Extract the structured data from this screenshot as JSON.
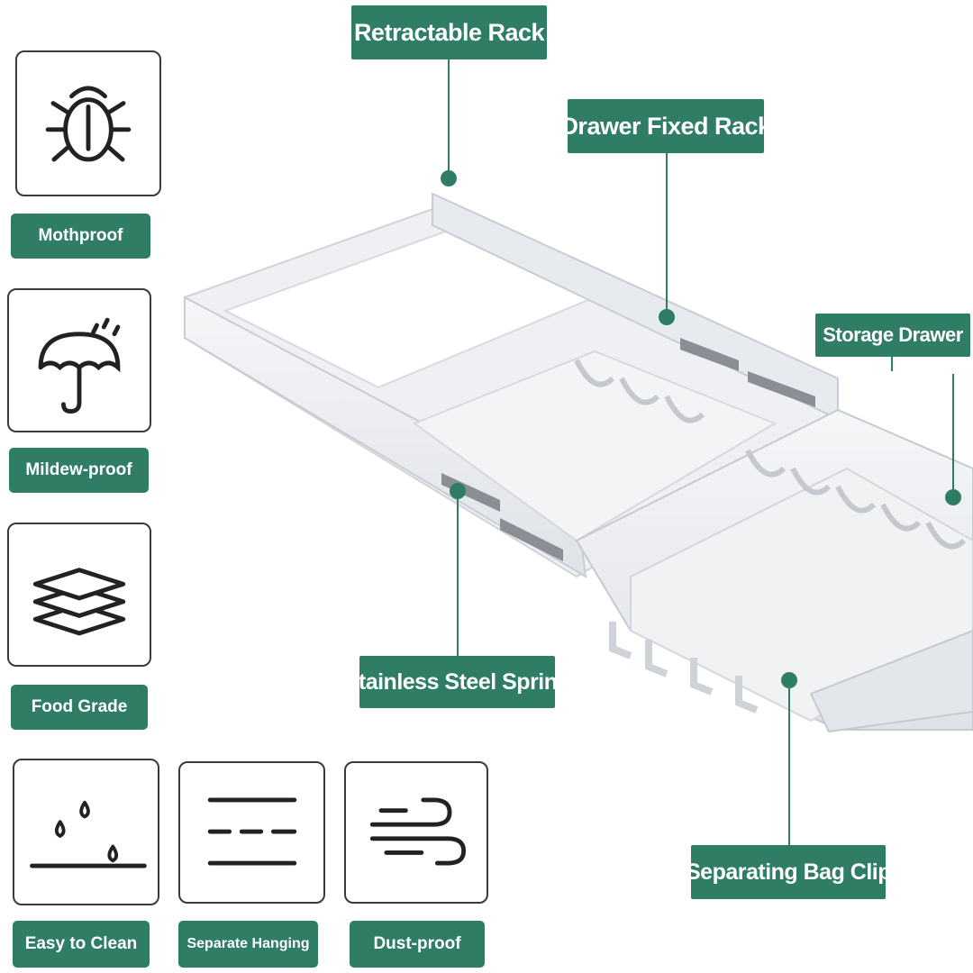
{
  "theme": {
    "accent": "#2f7d65",
    "icon_stroke": "#222222",
    "box_border": "#3a3a3a"
  },
  "features": [
    {
      "label": "Mothproof",
      "icon": "bug-icon"
    },
    {
      "label": "Mildew-proof",
      "icon": "umbrella-rain-icon"
    },
    {
      "label": "Food Grade",
      "icon": "layers-icon"
    },
    {
      "label": "Easy to Clean",
      "icon": "water-drops-icon"
    },
    {
      "label": "Separate Hanging",
      "icon": "lines-icon"
    },
    {
      "label": "Dust-proof",
      "icon": "wind-icon"
    }
  ],
  "callouts": {
    "retractable_rack": "Retractable Rack",
    "drawer_fixed_rack": "Drawer Fixed Rack",
    "storage_drawer": "Storage Drawer",
    "stainless_steel_spring": "Stainless Steel Spring",
    "separating_bag_clip": "Separating Bag Clip"
  }
}
